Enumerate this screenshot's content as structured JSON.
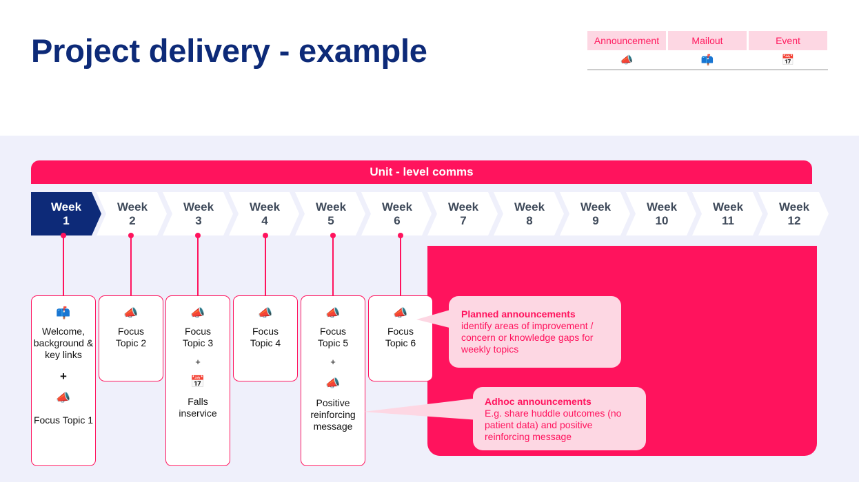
{
  "title": "Project delivery - example",
  "legend": {
    "headers": [
      "Announcement",
      "Mailout",
      "Event"
    ],
    "icons": [
      "📣",
      "📫",
      "📅"
    ]
  },
  "banner": "Unit - level comms",
  "weeks": [
    {
      "label": "Week",
      "num": "1"
    },
    {
      "label": "Week",
      "num": "2"
    },
    {
      "label": "Week",
      "num": "3"
    },
    {
      "label": "Week",
      "num": "4"
    },
    {
      "label": "Week",
      "num": "5"
    },
    {
      "label": "Week",
      "num": "6"
    },
    {
      "label": "Week",
      "num": "7"
    },
    {
      "label": "Week",
      "num": "8"
    },
    {
      "label": "Week",
      "num": "9"
    },
    {
      "label": "Week",
      "num": "10"
    },
    {
      "label": "Week",
      "num": "11"
    },
    {
      "label": "Week",
      "num": "12"
    }
  ],
  "cards": {
    "w1": {
      "icon1": "📫",
      "text1": "Welcome, background & key links",
      "plus": "+",
      "icon2": "📣",
      "text2": "Focus Topic 1"
    },
    "w2": {
      "icon1": "📣",
      "text1": "Focus Topic 2"
    },
    "w3": {
      "icon1": "📣",
      "text1": "Focus Topic 3",
      "plus": "+",
      "icon2": "📅",
      "text2": "Falls inservice"
    },
    "w4": {
      "icon1": "📣",
      "text1": "Focus Topic 4"
    },
    "w5": {
      "icon1": "📣",
      "text1": "Focus Topic 5",
      "plus": "+",
      "icon2": "📣",
      "text2": "Positive reinforcing message"
    },
    "w6": {
      "icon1": "📣",
      "text1": "Focus Topic 6"
    }
  },
  "callouts": {
    "planned": {
      "title": "Planned announcements",
      "body": "identify areas of improvement / concern or knowledge gaps for weekly topics"
    },
    "adhoc": {
      "title": "Adhoc announcements",
      "body": "E.g. share huddle outcomes (no patient data) and positive reinforcing message"
    }
  },
  "colors": {
    "accent": "#ff135d",
    "navy": "#0d2a78",
    "panel": "#eff0fb",
    "pink_light": "#fdd7e3"
  }
}
